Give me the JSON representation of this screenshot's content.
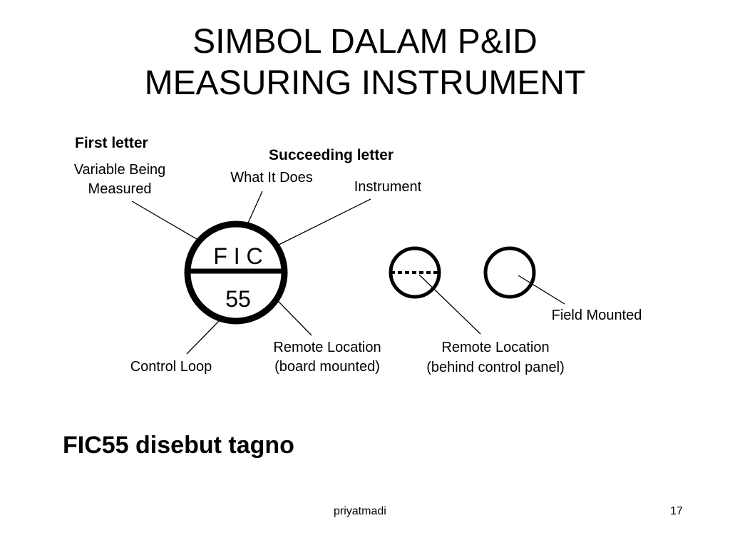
{
  "title": {
    "line1": "SIMBOL DALAM P&ID",
    "line2": "MEASURING INSTRUMENT"
  },
  "labels": {
    "first_letter": "First letter",
    "succeeding_letter": "Succeeding letter"
  },
  "diagram": {
    "variable_line1": "Variable Being",
    "variable_line2": "Measured",
    "what_it_does": "What It Does",
    "instrument": "Instrument",
    "tag_letters": "F I C",
    "tag_number": "55",
    "control_loop": "Control Loop",
    "remote_board_line1": "Remote Location",
    "remote_board_line2": "(board mounted)",
    "remote_panel_line1": "Remote Location",
    "remote_panel_line2": "(behind control panel)",
    "field_mounted": "Field Mounted"
  },
  "caption": "FIC55 disebut tagno",
  "footer": {
    "author": "priyatmadi",
    "page_number": "17"
  }
}
